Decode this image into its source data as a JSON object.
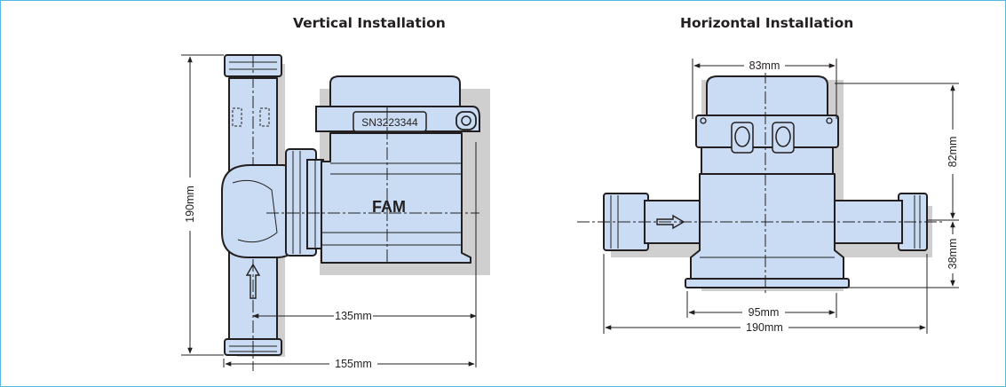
{
  "panels": {
    "vertical": {
      "title": "Vertical Installation",
      "serial": "SN3223344",
      "brand": "FAM",
      "dims": {
        "height": "190mm",
        "depth_inner": "135mm",
        "depth_outer": "155mm"
      }
    },
    "horizontal": {
      "title": "Horizontal Installation",
      "dims": {
        "top_width": "83mm",
        "upper_height": "82mm",
        "lower_height": "38mm",
        "bottom_width": "95mm",
        "length": "190mm"
      }
    }
  },
  "colors": {
    "body": "#c9dcf3",
    "outline": "#231f20",
    "shadow": "#cfcfcf",
    "frame": "#56b6e6"
  }
}
